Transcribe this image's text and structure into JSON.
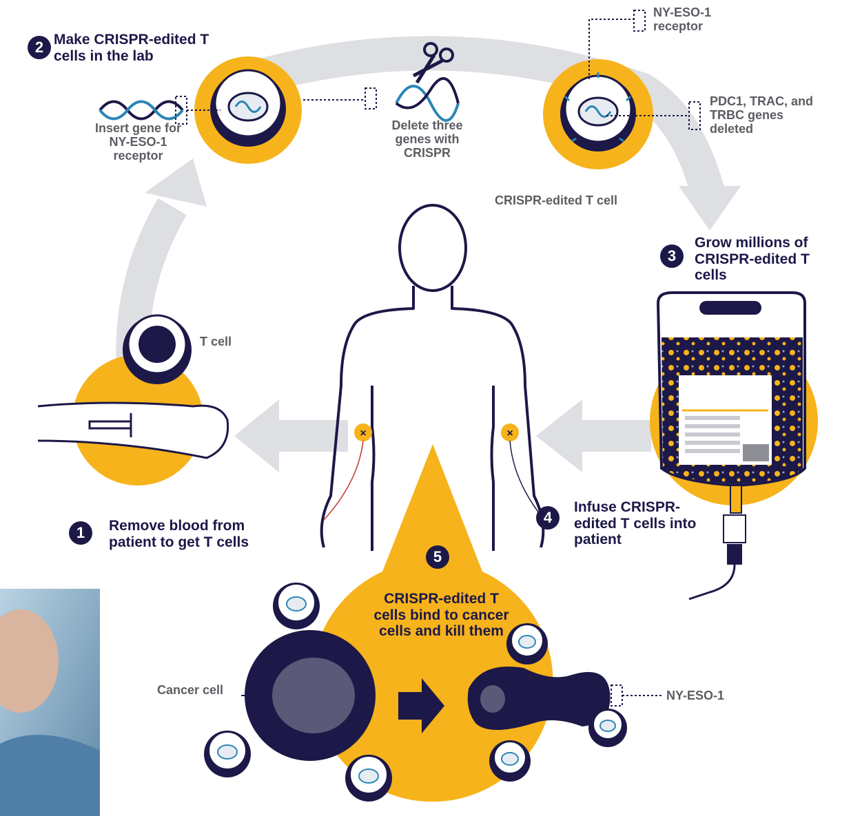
{
  "steps": {
    "s1": {
      "num": "1",
      "title": "Remove blood from patient to get T cells"
    },
    "s2": {
      "num": "2",
      "title": "Make CRISPR-edited T cells in the lab"
    },
    "s3": {
      "num": "3",
      "title": "Grow millions of CRISPR-edited T cells"
    },
    "s4": {
      "num": "4",
      "title": "Infuse CRISPR-edited T cells into patient"
    },
    "s5": {
      "num": "5",
      "title": "CRISPR-edited T cells bind to cancer cells and kill them"
    }
  },
  "labels": {
    "insert_gene": "Insert gene for NY-ESO-1 receptor",
    "delete_genes": "Delete three genes with CRISPR",
    "ny_receptor": "NY-ESO-1 receptor",
    "deleted_genes": "PDC1, TRAC, and TRBC genes deleted",
    "edited_cell": "CRISPR-edited T cell",
    "t_cell": "T cell",
    "cancer_cell": "Cancer cell",
    "ny_eso": "NY-ESO-1"
  },
  "colors": {
    "navy": "#1c1848",
    "gold": "#f6b31b",
    "gray_arrow": "#dedfe2",
    "label_gray": "#5b5d62",
    "teal": "#2a86b5"
  }
}
